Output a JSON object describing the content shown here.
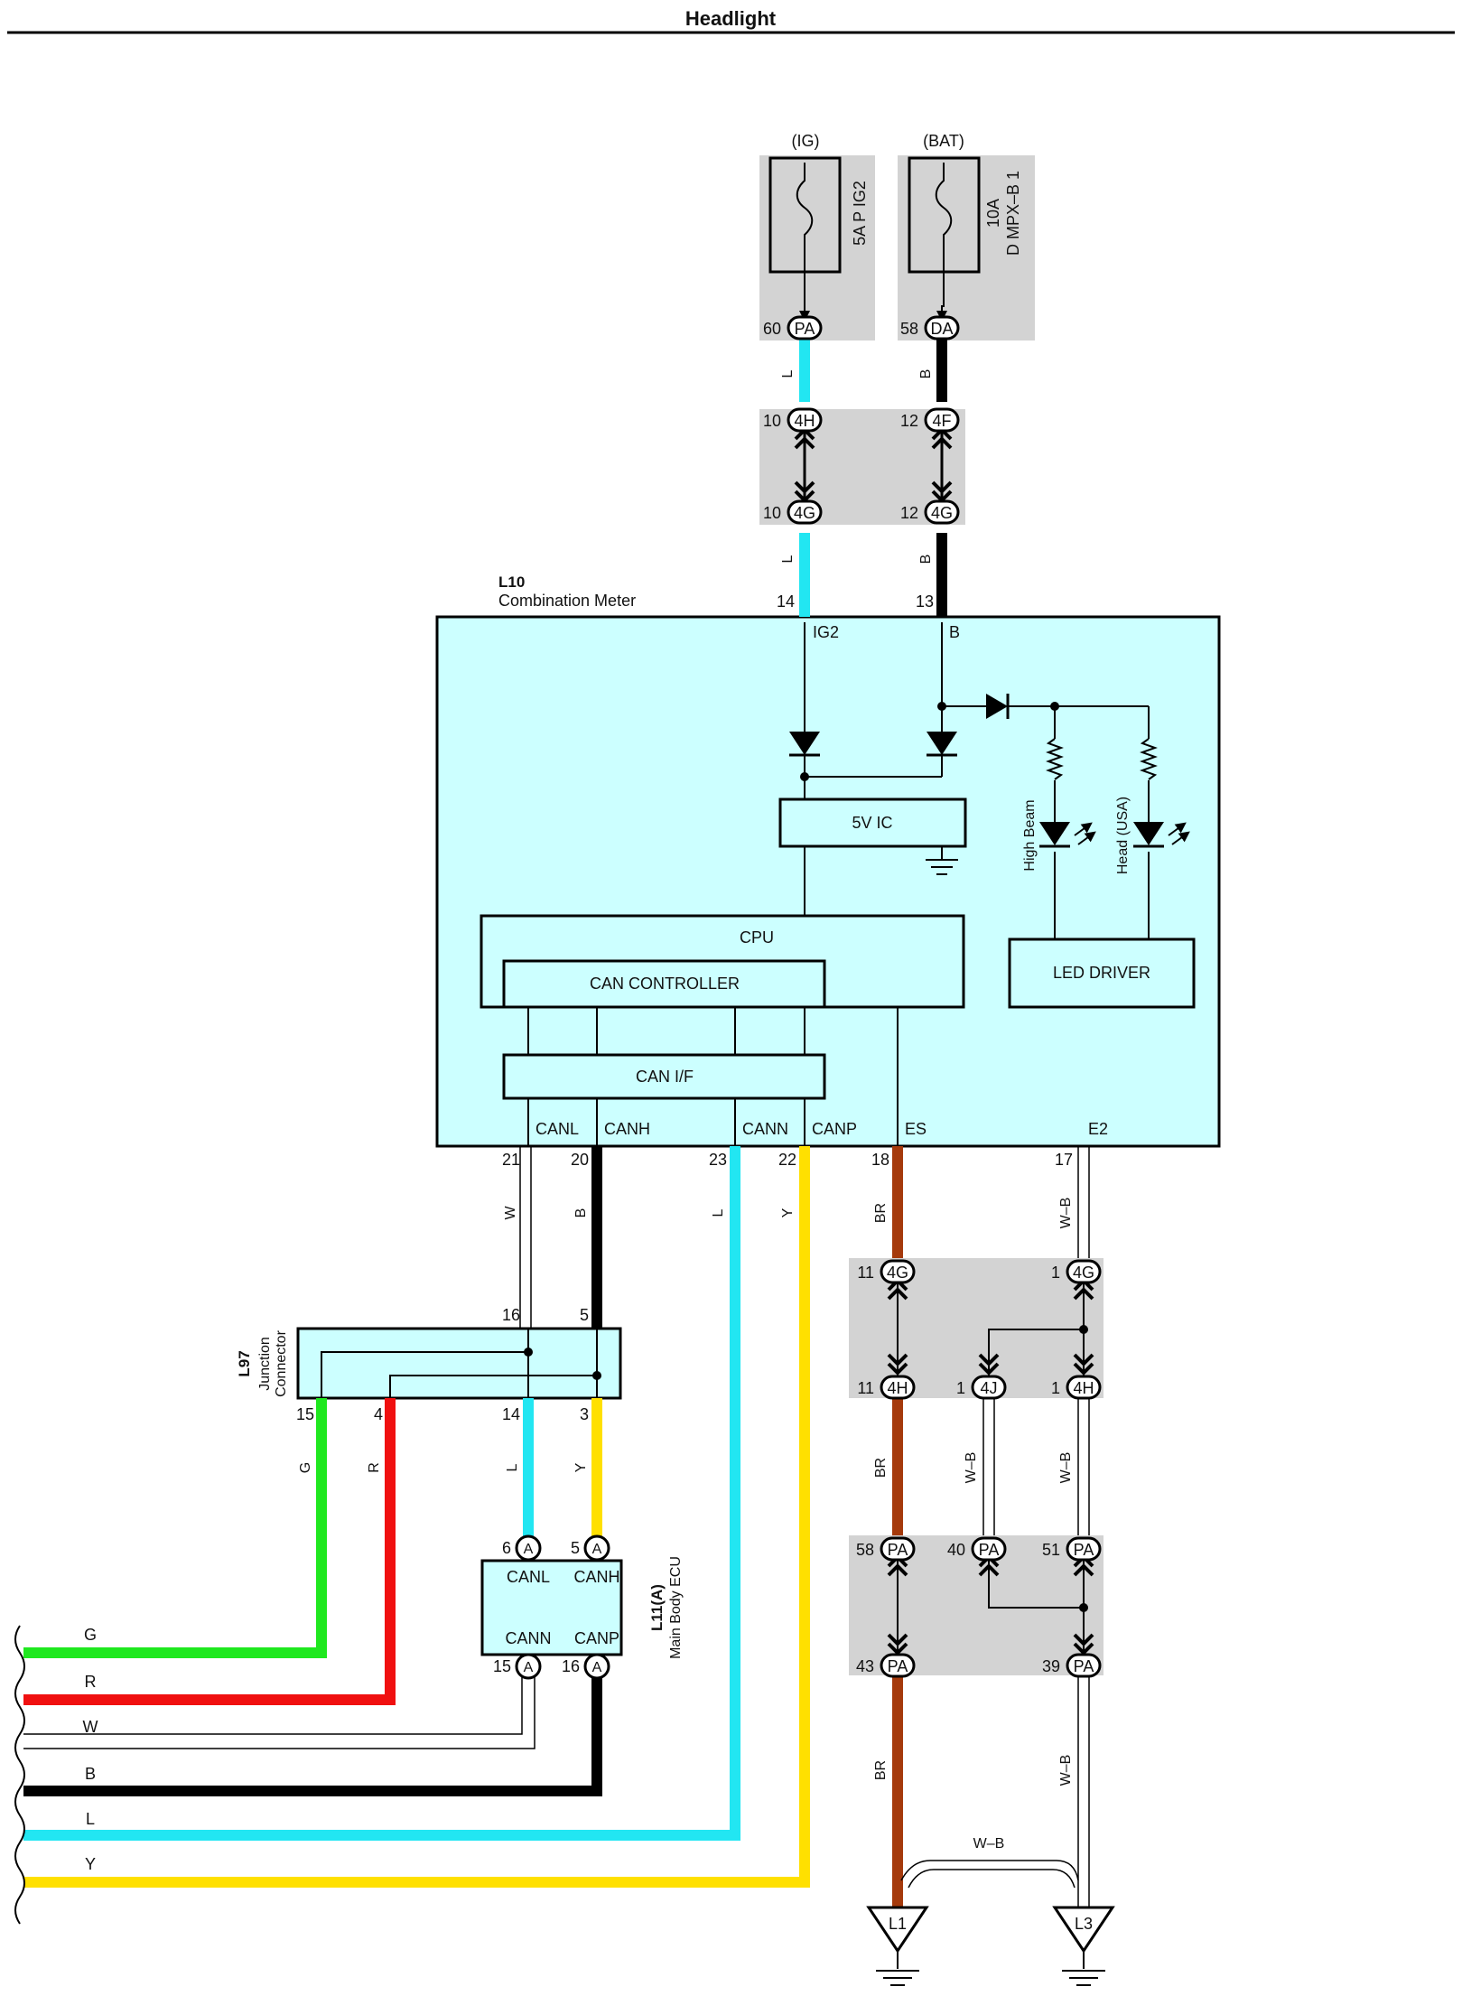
{
  "title": "Headlight",
  "colors": {
    "L": "#22e6f2",
    "B": "#000000",
    "BR": "#a53a0c",
    "G": "#1fe81f",
    "R": "#f01010",
    "Y": "#ffe000",
    "W": "#ffffff",
    "module_fill": "#ccffff",
    "gray_box": "#d3d3d3"
  },
  "sources": [
    {
      "label": "(IG)",
      "fuse": "5A P IG2",
      "pin": "60",
      "connector": "PA",
      "wire_color": "L"
    },
    {
      "label": "(BAT)",
      "fuse_amp": "10A",
      "fuse_name": "D MPX–B 1",
      "pin": "58",
      "connector": "DA",
      "wire_color": "B"
    }
  ],
  "junction_4": [
    {
      "pin_top": "10",
      "conn_top": "4H",
      "pin_bottom": "10",
      "conn_bottom": "4G",
      "wire_top": "L",
      "wire_bottom": "L"
    },
    {
      "pin_top": "12",
      "conn_top": "4F",
      "pin_bottom": "12",
      "conn_bottom": "4G",
      "wire_top": "B",
      "wire_bottom": "B"
    }
  ],
  "meter": {
    "id": "L10",
    "name": "Combination Meter",
    "top_pins": [
      "14",
      "13"
    ],
    "terminal_ig2": "IG2",
    "terminal_b": "B",
    "ic": "5V IC",
    "cpu": "CPU",
    "can_controller": "CAN CONTROLLER",
    "can_if": "CAN I/F",
    "led_driver": "LED DRIVER",
    "led_high": "High Beam",
    "led_head": "Head (USA)",
    "bottom_terminals": [
      "CANL",
      "CANH",
      "CANN",
      "CANP",
      "ES",
      "E2"
    ],
    "bottom_pins": [
      "21",
      "20",
      "23",
      "22",
      "18",
      "17"
    ],
    "bottom_wires": [
      "W",
      "B",
      "L",
      "Y",
      "BR",
      "W–B"
    ]
  },
  "junction_connector": {
    "id": "L97",
    "name_line1": "Junction",
    "name_line2": "Connector",
    "top_pins": [
      "16",
      "5"
    ],
    "bottom_pins": [
      "15",
      "4",
      "14",
      "3"
    ],
    "bottom_wires": [
      "G",
      "R",
      "L",
      "Y"
    ]
  },
  "body_ecu": {
    "id": "L11(A)",
    "name": "Main Body ECU",
    "terminals": [
      "CANL",
      "CANH",
      "CANN",
      "CANP"
    ],
    "pins_top": [
      "6",
      "5"
    ],
    "pins_bottom": [
      "15",
      "16"
    ],
    "connector": "A"
  },
  "ground_junctions": {
    "row1": [
      {
        "pin": "11",
        "conn": "4G"
      },
      {
        "pin": "1",
        "conn": "4G"
      }
    ],
    "row2": [
      {
        "pin": "11",
        "conn": "4H"
      },
      {
        "pin": "1",
        "conn": "4J"
      },
      {
        "pin": "1",
        "conn": "4H"
      }
    ],
    "row3": [
      {
        "pin": "58",
        "conn": "PA"
      },
      {
        "pin": "40",
        "conn": "PA"
      },
      {
        "pin": "51",
        "conn": "PA"
      }
    ],
    "row4": [
      {
        "pin": "43",
        "conn": "PA"
      },
      {
        "pin": "39",
        "conn": "PA"
      }
    ],
    "wire_labels": [
      "BR",
      "W–B",
      "W–B",
      "BR",
      "W–B",
      "BR",
      "W–B",
      "W–B"
    ]
  },
  "grounds": [
    "L1",
    "L3"
  ],
  "left_wires": [
    "G",
    "R",
    "W",
    "B",
    "L",
    "Y"
  ]
}
